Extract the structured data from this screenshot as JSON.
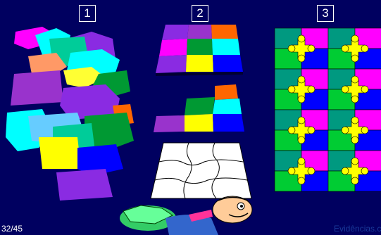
{
  "panels": [
    {
      "number": "1"
    },
    {
      "number": "2"
    },
    {
      "number": "3"
    }
  ],
  "footer": {
    "slide_counter": "32/45",
    "source": "Evidências.co"
  },
  "colors": {
    "background": "#000060",
    "magenta": "#ff00ff",
    "cyan": "#00ffff",
    "purple": "#8a2be2",
    "yellow": "#ffff00",
    "green": "#00cc33",
    "teal": "#009980",
    "orange": "#ff6600",
    "blue": "#0000ff"
  }
}
